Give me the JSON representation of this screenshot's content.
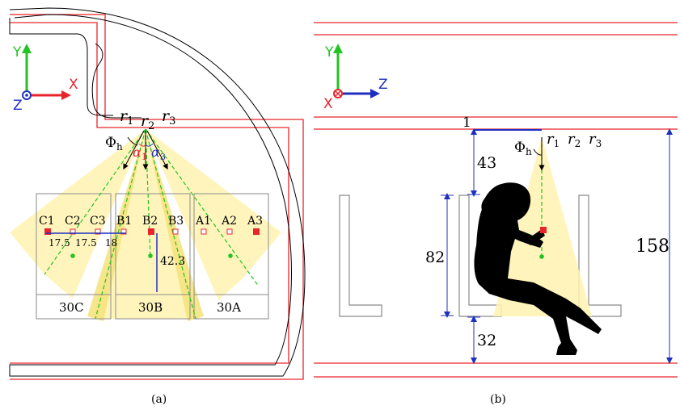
{
  "panel_a": {
    "caption": "(a)",
    "axes": {
      "y": "Y",
      "x": "X",
      "z": "Z"
    },
    "sensor_labels": {
      "r1": "r",
      "r1_sub": "1",
      "r2": "r",
      "r2_sub": "2",
      "r3": "r",
      "r3_sub": "3"
    },
    "angles": {
      "phi": "Φ",
      "phi_sub": "h",
      "alpha1": "α",
      "alpha1_sub": "1",
      "alpha3": "α",
      "alpha3_sub": "3"
    },
    "seat_labels": [
      "C1",
      "C2",
      "C3",
      "B1",
      "B2",
      "B3",
      "A1",
      "A2",
      "A3"
    ],
    "spacings": [
      "17.5",
      "17.5",
      "18"
    ],
    "vertical_distance": "42.3",
    "row_labels": [
      "30C",
      "30B",
      "30A"
    ]
  },
  "panel_b": {
    "caption": "(b)",
    "axes": {
      "y": "Y",
      "x": "X",
      "z": "Z"
    },
    "sensor_labels": {
      "r1": "r",
      "r1_sub": "1",
      "r2": "r",
      "r2_sub": "2",
      "r3": "r",
      "r3_sub": "3"
    },
    "angles": {
      "phi": "Φ",
      "phi_sub": "h"
    },
    "dimensions": {
      "offset": "1",
      "ceiling_to_seat": "43",
      "seat_height": "82",
      "floor_to_seat": "32",
      "cabin_height": "158"
    }
  },
  "colors": {
    "red": "#e8252b",
    "blue": "#1f2fbf",
    "green": "#22c322",
    "cone": "#fff3b0",
    "cone_dark": "#f5e27a",
    "grey": "#8a8a8a"
  }
}
